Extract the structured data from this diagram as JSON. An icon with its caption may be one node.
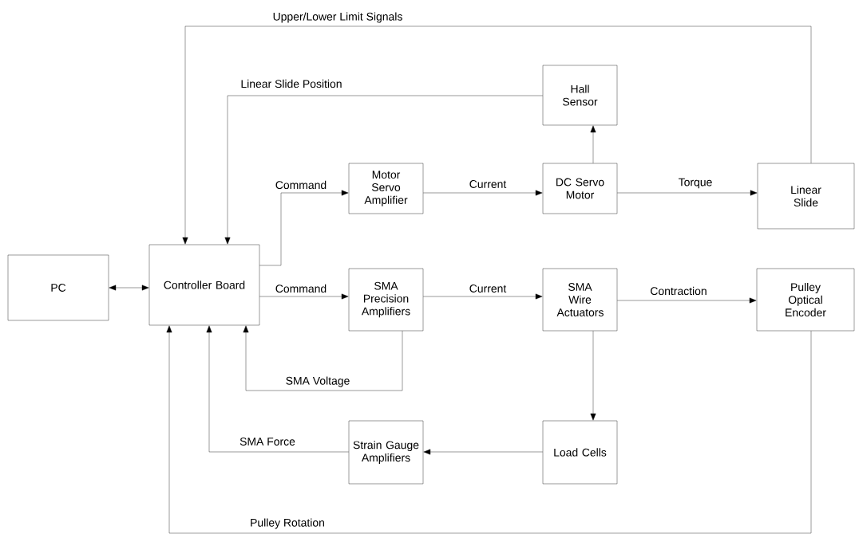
{
  "diagram": {
    "nodes": [
      {
        "text": [
          "PC"
        ]
      },
      {
        "text": [
          "Controller Board"
        ]
      },
      {
        "text": [
          "Hall Sensor"
        ]
      },
      {
        "text": [
          "Motor Servo Amplifier"
        ]
      },
      {
        "text": [
          "DC Servo Motor"
        ]
      },
      {
        "text": [
          "Linear Slide"
        ]
      },
      {
        "text": [
          "SMA Precision Amplifiers"
        ]
      },
      {
        "text": [
          "SMA Wire Actuators"
        ]
      },
      {
        "text": [
          "Pulley Optical Encoder"
        ]
      },
      {
        "text": [
          "Load Cells"
        ]
      },
      {
        "text": [
          "Strain Gauge Amplifiers"
        ]
      }
    ],
    "edges": [
      {
        "from": 0,
        "to": 1,
        "arrow": "both"
      },
      {
        "from": 5,
        "to": 1,
        "arrow": "to",
        "label": "Upper/Lower Limit Signals"
      },
      {
        "from": 2,
        "to": 1,
        "arrow": "to",
        "label": "Linear Slide Position"
      },
      {
        "from": 1,
        "to": 3,
        "arrow": "to",
        "label": "Command"
      },
      {
        "from": 3,
        "to": 4,
        "arrow": "to",
        "label": "Current"
      },
      {
        "from": 4,
        "to": 5,
        "arrow": "to",
        "label": "Torque"
      },
      {
        "from": 4,
        "to": 2,
        "arrow": "to"
      },
      {
        "from": 1,
        "to": 6,
        "arrow": "to",
        "label": "Command"
      },
      {
        "from": 6,
        "to": 7,
        "arrow": "to",
        "label": "Current"
      },
      {
        "from": 7,
        "to": 8,
        "arrow": "to",
        "label": "Contraction"
      },
      {
        "from": 6,
        "to": 1,
        "arrow": "to",
        "label": "SMA Voltage"
      },
      {
        "from": 7,
        "to": 9,
        "arrow": "to"
      },
      {
        "from": 9,
        "to": 10,
        "arrow": "to"
      },
      {
        "from": 10,
        "to": 1,
        "arrow": "to",
        "label": "SMA Force"
      },
      {
        "from": 8,
        "to": 1,
        "arrow": "to",
        "label": "Pulley Rotation"
      }
    ]
  }
}
